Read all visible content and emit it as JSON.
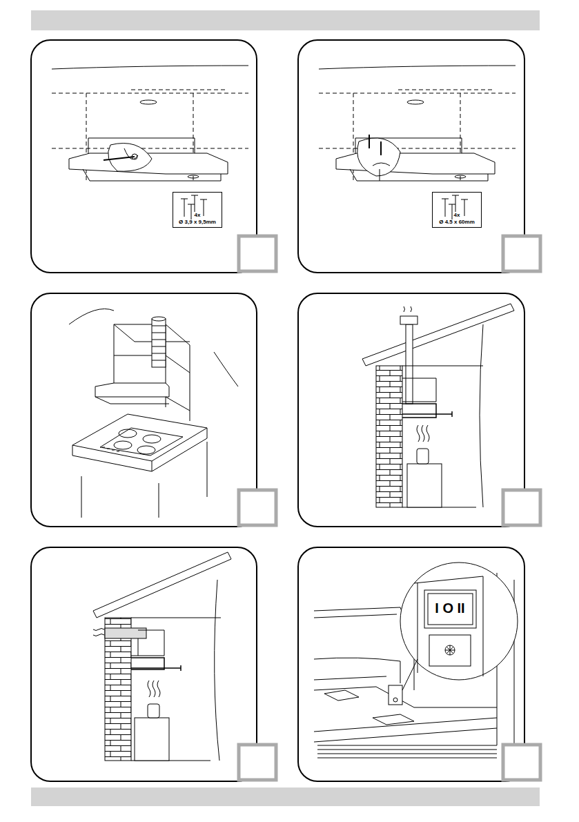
{
  "diagram": {
    "nodes": [
      {
        "text": [
          "4x",
          "Ø 3,9 x 9,5mm"
        ]
      },
      {
        "text": [
          "4x",
          "Ø 4.5 x 60mm"
        ]
      }
    ],
    "labels": [
      "I O II"
    ]
  }
}
